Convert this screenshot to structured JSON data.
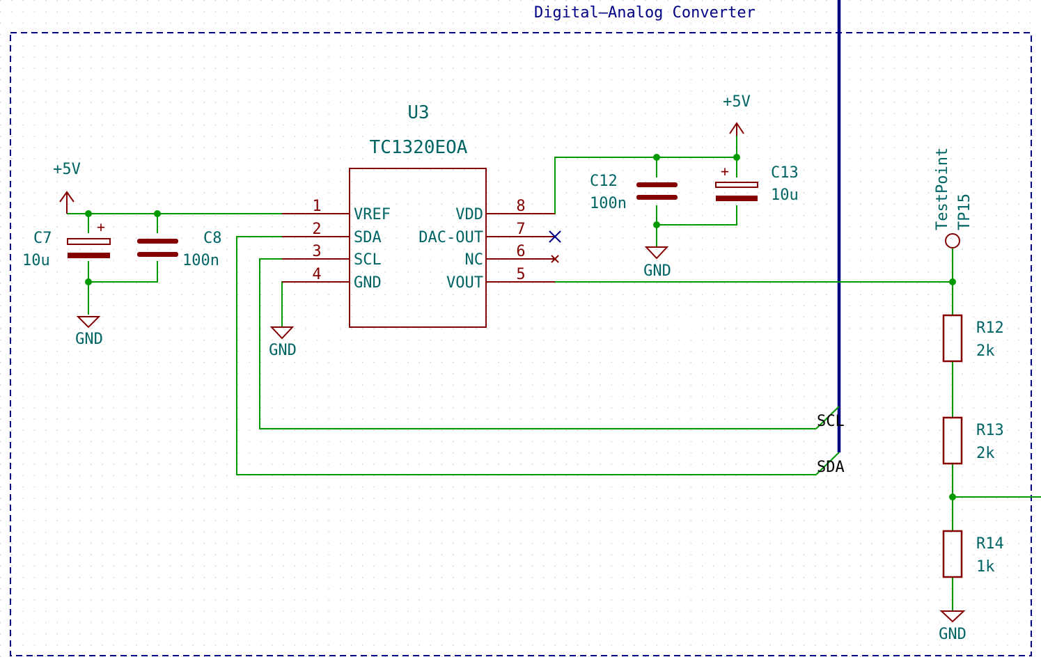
{
  "sheet": {
    "title": "Digital—Analog Converter"
  },
  "colors": {
    "wire": "#009900",
    "component": "#840000",
    "text": "#006464",
    "pin_text": "#840000",
    "bus": "#000084",
    "frame": "#000084",
    "junction": "#009900",
    "grid": "#c8c8c8"
  },
  "ic": {
    "ref": "U3",
    "value": "TC1320EOA",
    "pins": [
      {
        "num": "1",
        "name": "VREF"
      },
      {
        "num": "2",
        "name": "SDA"
      },
      {
        "num": "3",
        "name": "SCL"
      },
      {
        "num": "4",
        "name": "GND"
      },
      {
        "num": "8",
        "name": "VDD"
      },
      {
        "num": "7",
        "name": "DAC-OUT"
      },
      {
        "num": "6",
        "name": "NC"
      },
      {
        "num": "5",
        "name": "VOUT"
      }
    ]
  },
  "capacitors": {
    "c7": {
      "ref": "C7",
      "value": "10u",
      "polarity": "+"
    },
    "c8": {
      "ref": "C8",
      "value": "100n"
    },
    "c12": {
      "ref": "C12",
      "value": "100n"
    },
    "c13": {
      "ref": "C13",
      "value": "10u",
      "polarity": "+"
    }
  },
  "resistors": {
    "r12": {
      "ref": "R12",
      "value": "2k"
    },
    "r13": {
      "ref": "R13",
      "value": "2k"
    },
    "r14": {
      "ref": "R14",
      "value": "1k"
    }
  },
  "testpoint": {
    "ref": "TP15",
    "value": "TestPoint"
  },
  "power": {
    "vcc": "+5V",
    "gnd": "GND"
  },
  "bus_labels": {
    "scl": "SCL",
    "sda": "SDA"
  }
}
